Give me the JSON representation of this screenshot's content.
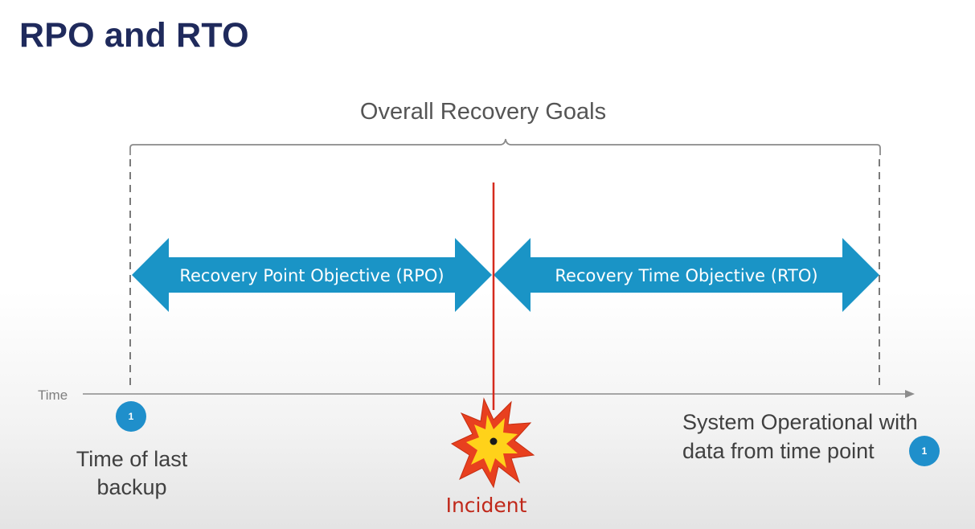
{
  "title": "RPO and RTO",
  "overall_goals": "Overall Recovery Goals",
  "rpo_label": "Recovery Point Objective (RPO)",
  "rto_label": "Recovery Time Objective (RTO)",
  "axis_label": "Time",
  "last_backup": {
    "line1": "Time of last",
    "line2": "backup",
    "badge": "1"
  },
  "system_operational": {
    "line1": "System Operational with",
    "line2": "data from time point",
    "badge": "1"
  },
  "incident_label": "Incident",
  "colors": {
    "title": "#1f2a5c",
    "arrow_fill": "#1a94c6",
    "incident_line": "#d52b1e",
    "badge": "#1f8fcb",
    "incident_text": "#c0281a"
  },
  "icons": [
    "double-arrow",
    "explosion-icon",
    "number-badge",
    "curly-brace"
  ]
}
